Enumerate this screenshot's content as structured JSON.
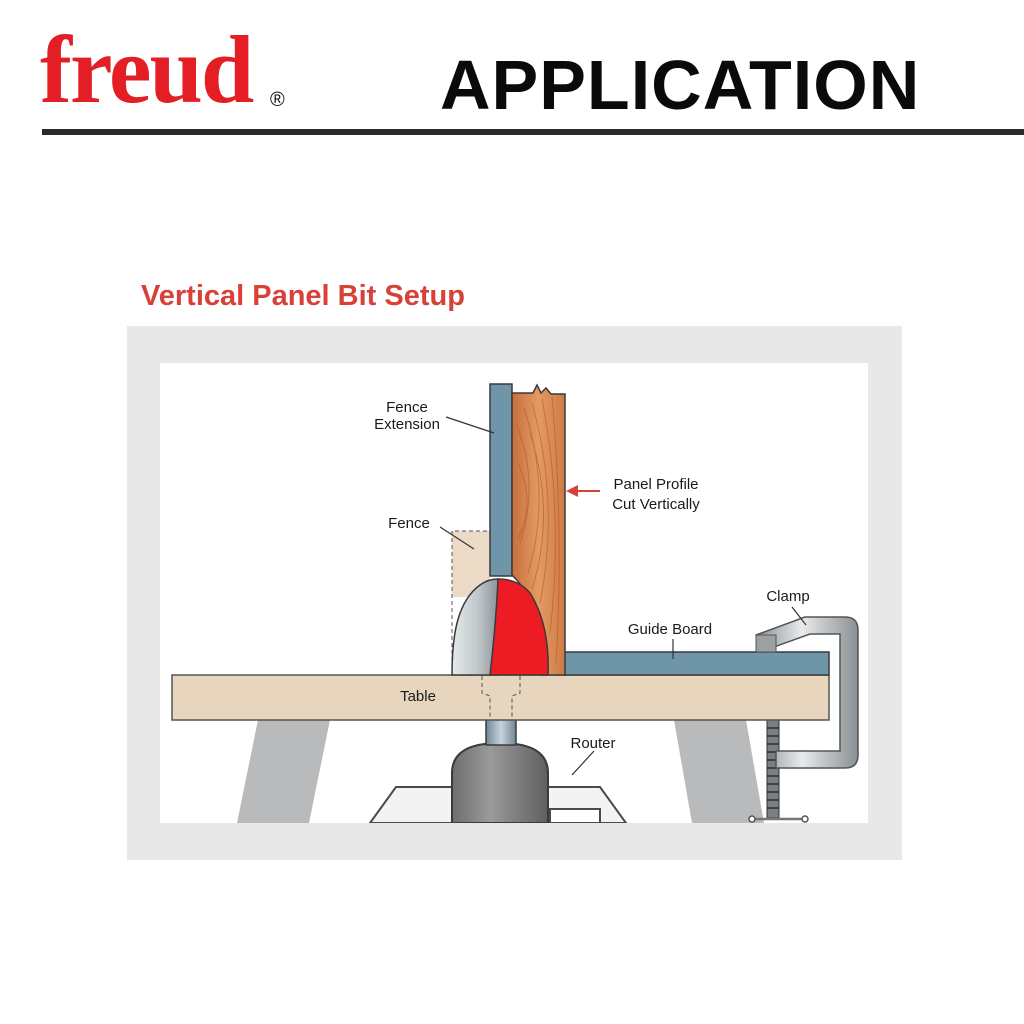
{
  "header": {
    "logo_text": "freud",
    "registered_mark": "®",
    "title": "APPLICATION"
  },
  "section": {
    "title": "Vertical Panel Bit Setup"
  },
  "diagram": {
    "labels": {
      "fence_extension_line1": "Fence",
      "fence_extension_line2": "Extension",
      "panel_profile_line1": "Panel Profile",
      "panel_profile_line2": "Cut Vertically",
      "fence": "Fence",
      "clamp": "Clamp",
      "guide_board": "Guide Board",
      "table": "Table",
      "router": "Router"
    }
  },
  "colors": {
    "brand_red": "#e31e24",
    "section_title": "#d8413a",
    "fence_blue": "#6f95a8",
    "table_tan": "#e8d5bd",
    "bit_red": "#ed1c24",
    "wood": "#d98a55"
  }
}
